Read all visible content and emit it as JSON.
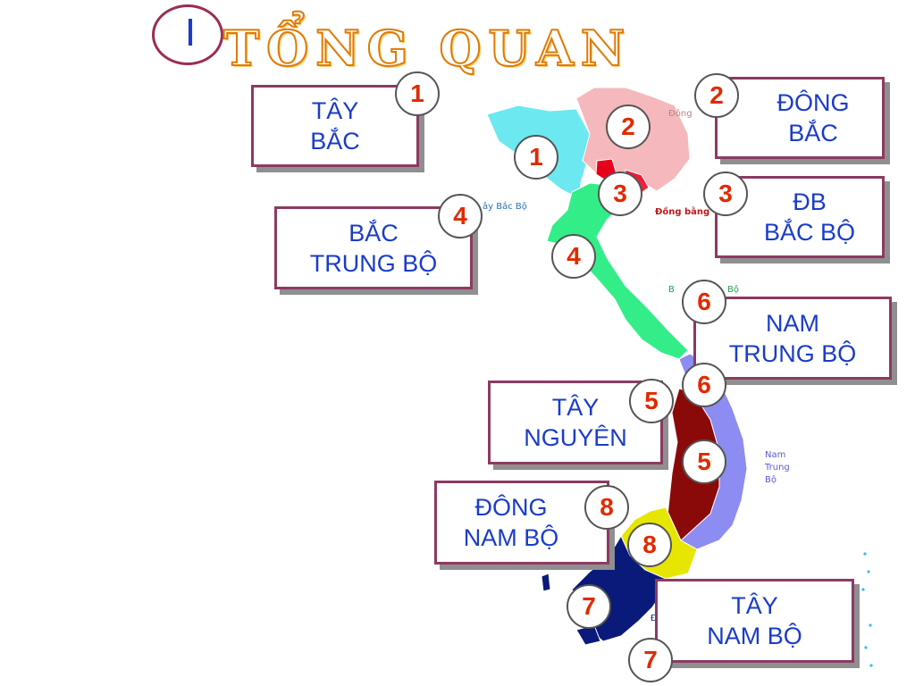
{
  "heading": {
    "numeral": "I",
    "title": "TỔNG QUAN"
  },
  "map_labels": {
    "dong": "Đông",
    "tay_bac_bo": "ây Bắc Bộ",
    "dong_bang": "Đồng bằng",
    "bac_trung": "B",
    "bo": "Bộ",
    "nam_trung_bo_1": "Nam",
    "nam_trung_bo_2": "Trung",
    "nam_trung_bo_3": "Bộ",
    "dot": "Đ"
  },
  "colors": {
    "tay_bac": "#6be8f0",
    "dong_bac": "#f5b8bc",
    "hanoi": "#e8001a",
    "bac_trung_bo": "#33ee88",
    "nam_trung_bo": "#8c8cf2",
    "tay_nguyen": "#8a0a0a",
    "dong_nam_bo": "#e6e600",
    "tay_nam_bo": "#0a1a7a",
    "box_border": "#8c3a62",
    "label_text": "#1a3cc8",
    "badge_text": "#e02a00"
  },
  "regions": [
    {
      "id": "tay-bac",
      "line1": "TÂY",
      "line2": "BẮC",
      "box_number": "1",
      "map_number": "1"
    },
    {
      "id": "dong-bac",
      "line1": "ĐÔNG",
      "line2": "BẮC",
      "box_number": "2",
      "map_number": "2"
    },
    {
      "id": "db-bac-bo",
      "line1": "ĐB",
      "line2": "BẮC BỘ",
      "box_number": "3",
      "map_number": "3"
    },
    {
      "id": "bac-trung-bo",
      "line1": "BẮC",
      "line2": "TRUNG BỘ",
      "box_number": "4",
      "map_number": "4"
    },
    {
      "id": "tay-nguyen",
      "line1": "TÂY",
      "line2": "NGUYÊN",
      "box_number": "5",
      "map_number": "5"
    },
    {
      "id": "nam-trung-bo",
      "line1": "NAM",
      "line2": "TRUNG BỘ",
      "box_number": "6",
      "map_number": "6"
    },
    {
      "id": "tay-nam-bo",
      "line1": "TÂY",
      "line2": "NAM BỘ",
      "box_number": "7",
      "map_number": "7"
    },
    {
      "id": "dong-nam-bo",
      "line1": "ĐÔNG",
      "line2": "NAM BỘ",
      "box_number": "8",
      "map_number": "8"
    }
  ]
}
